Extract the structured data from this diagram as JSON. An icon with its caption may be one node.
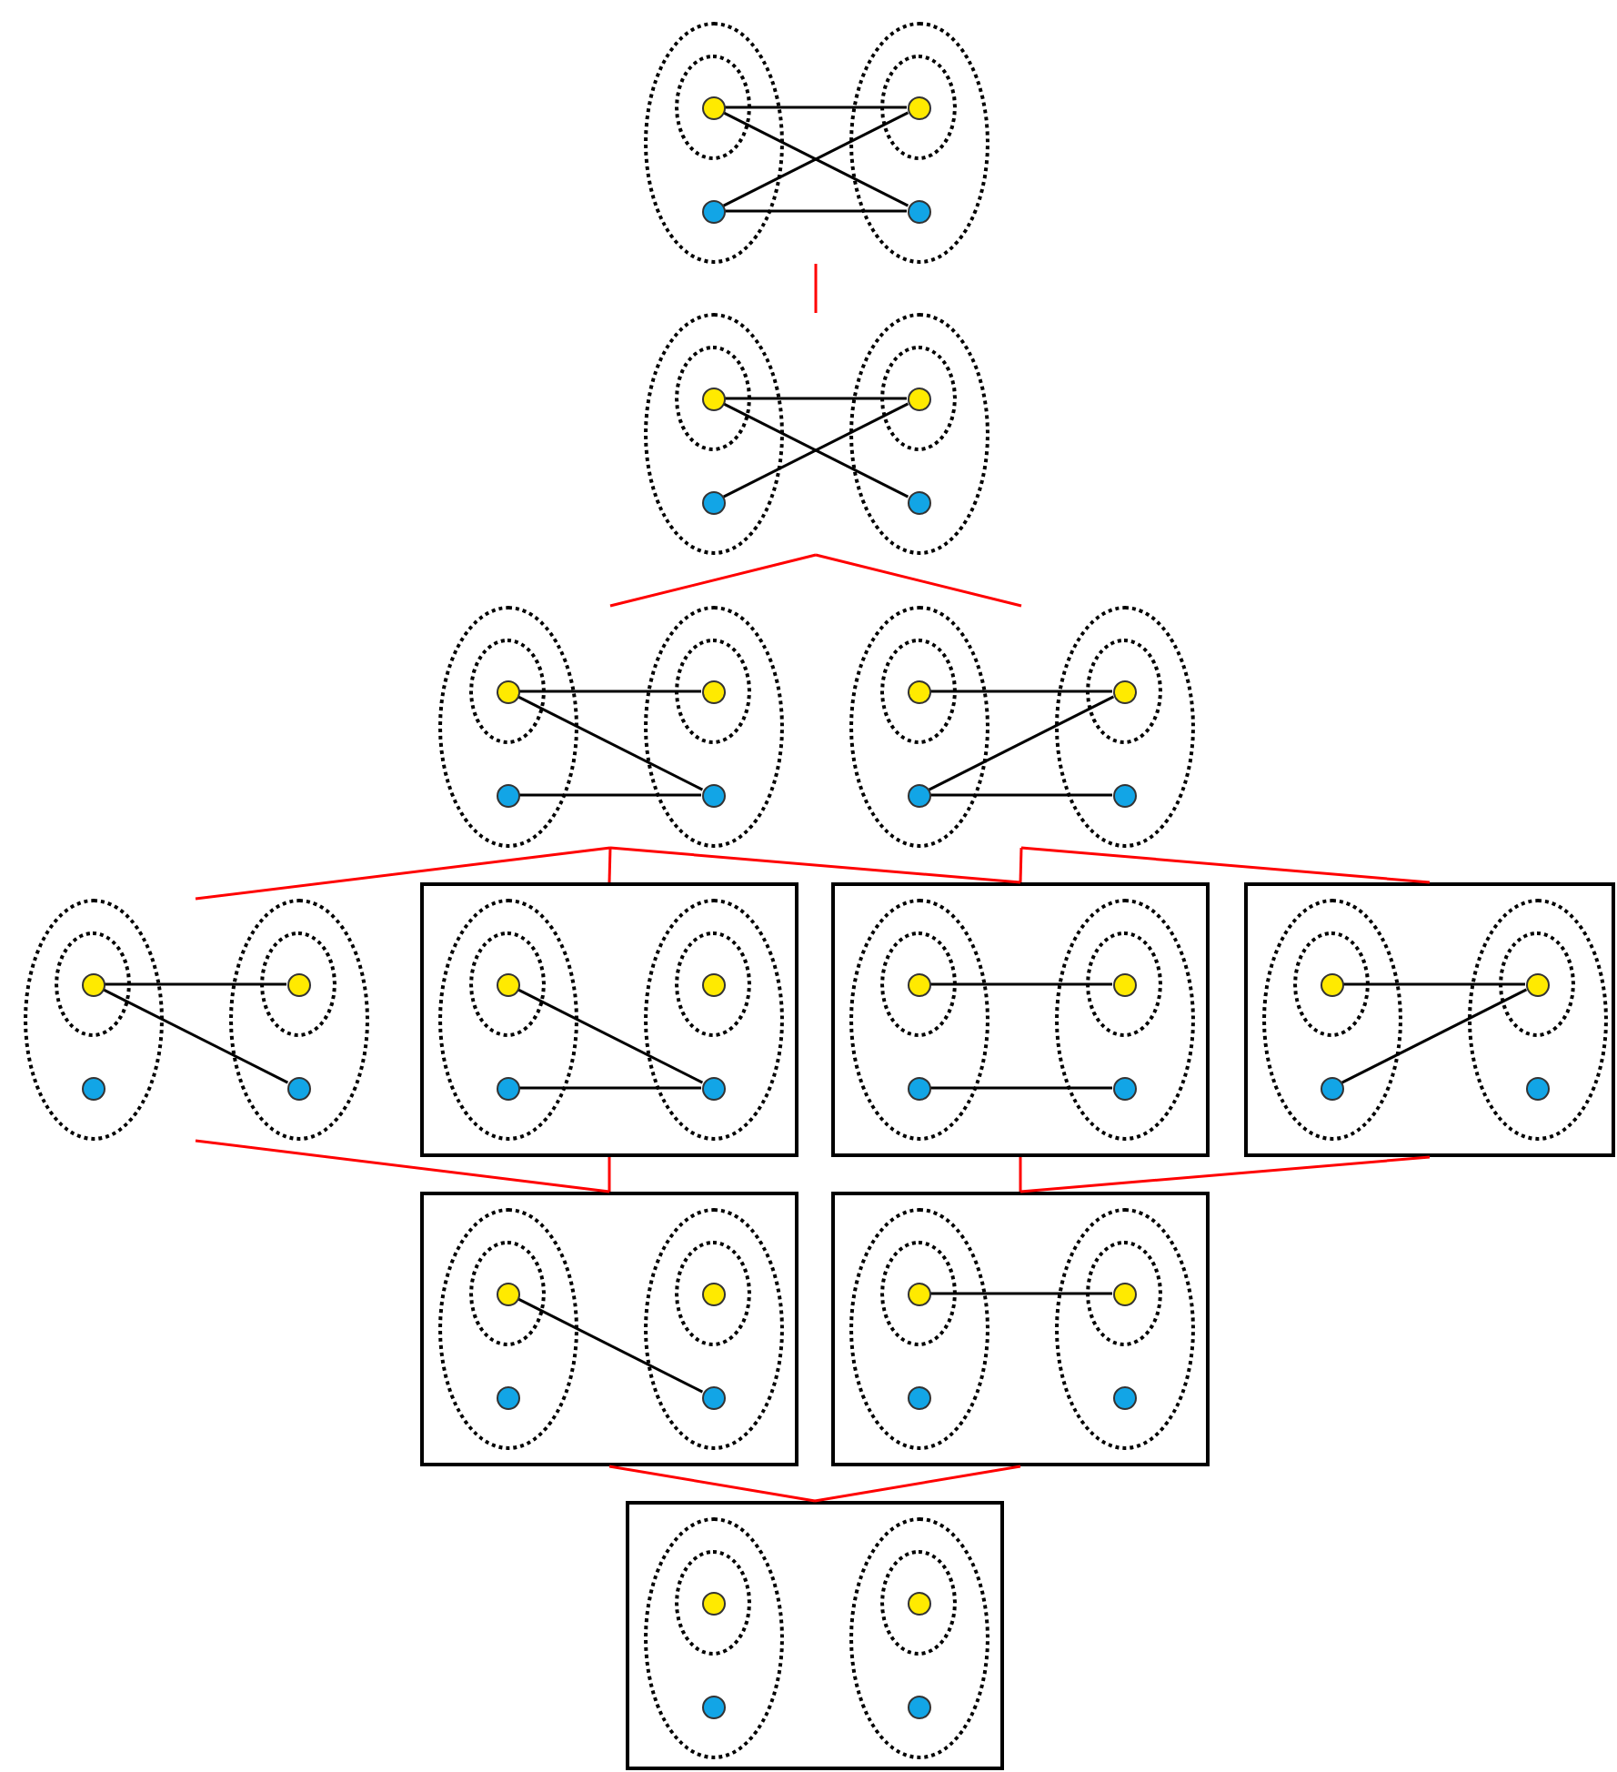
{
  "diagram": {
    "nodes": [
      {
        "text": [],
        "shape": "group"
      },
      {
        "text": [],
        "shape": "ellipse",
        "in": 0
      },
      {
        "text": [],
        "shape": "ellipse",
        "in": 1
      },
      {
        "text": [],
        "shape": "circle",
        "in": 2
      },
      {
        "text": [],
        "shape": "circle",
        "in": 1
      },
      {
        "text": [],
        "shape": "ellipse",
        "in": 0
      },
      {
        "text": [],
        "shape": "ellipse",
        "in": 5
      },
      {
        "text": [],
        "shape": "circle",
        "in": 6
      },
      {
        "text": [],
        "shape": "circle",
        "in": 5
      },
      {
        "text": [],
        "shape": "group"
      },
      {
        "text": [],
        "shape": "ellipse",
        "in": 9
      },
      {
        "text": [],
        "shape": "ellipse",
        "in": 10
      },
      {
        "text": [],
        "shape": "circle",
        "in": 11
      },
      {
        "text": [],
        "shape": "circle",
        "in": 10
      },
      {
        "text": [],
        "shape": "ellipse",
        "in": 9
      },
      {
        "text": [],
        "shape": "ellipse",
        "in": 14
      },
      {
        "text": [],
        "shape": "circle",
        "in": 15
      },
      {
        "text": [],
        "shape": "circle",
        "in": 14
      },
      {
        "text": [],
        "shape": "group"
      },
      {
        "text": [],
        "shape": "ellipse",
        "in": 18
      },
      {
        "text": [],
        "shape": "ellipse",
        "in": 19
      },
      {
        "text": [],
        "shape": "circle",
        "in": 20
      },
      {
        "text": [],
        "shape": "circle",
        "in": 19
      },
      {
        "text": [],
        "shape": "ellipse",
        "in": 18
      },
      {
        "text": [],
        "shape": "ellipse",
        "in": 23
      },
      {
        "text": [],
        "shape": "circle",
        "in": 24
      },
      {
        "text": [],
        "shape": "circle",
        "in": 23
      },
      {
        "text": [],
        "shape": "group"
      },
      {
        "text": [],
        "shape": "ellipse",
        "in": 27
      },
      {
        "text": [],
        "shape": "ellipse",
        "in": 28
      },
      {
        "text": [],
        "shape": "circle",
        "in": 29
      },
      {
        "text": [],
        "shape": "circle",
        "in": 28
      },
      {
        "text": [],
        "shape": "ellipse",
        "in": 27
      },
      {
        "text": [],
        "shape": "ellipse",
        "in": 32
      },
      {
        "text": [],
        "shape": "circle",
        "in": 33
      },
      {
        "text": [],
        "shape": "circle",
        "in": 32
      },
      {
        "text": [],
        "shape": "group"
      },
      {
        "text": [],
        "shape": "ellipse",
        "in": 36
      },
      {
        "text": [],
        "shape": "ellipse",
        "in": 37
      },
      {
        "text": [],
        "shape": "circle",
        "in": 38
      },
      {
        "text": [],
        "shape": "circle",
        "in": 37
      },
      {
        "text": [],
        "shape": "ellipse",
        "in": 36
      },
      {
        "text": [],
        "shape": "ellipse",
        "in": 41
      },
      {
        "text": [],
        "shape": "circle",
        "in": 42
      },
      {
        "text": [],
        "shape": "circle",
        "in": 41
      },
      {
        "text": [],
        "shape": "box"
      },
      {
        "text": [],
        "shape": "ellipse",
        "in": 45
      },
      {
        "text": [],
        "shape": "ellipse",
        "in": 46
      },
      {
        "text": [],
        "shape": "circle",
        "in": 47
      },
      {
        "text": [],
        "shape": "circle",
        "in": 46
      },
      {
        "text": [],
        "shape": "ellipse",
        "in": 45
      },
      {
        "text": [],
        "shape": "ellipse",
        "in": 50
      },
      {
        "text": [],
        "shape": "circle",
        "in": 51
      },
      {
        "text": [],
        "shape": "circle",
        "in": 50
      },
      {
        "text": [],
        "shape": "box"
      },
      {
        "text": [],
        "shape": "ellipse",
        "in": 54
      },
      {
        "text": [],
        "shape": "ellipse",
        "in": 55
      },
      {
        "text": [],
        "shape": "circle",
        "in": 56
      },
      {
        "text": [],
        "shape": "circle",
        "in": 55
      },
      {
        "text": [],
        "shape": "ellipse",
        "in": 54
      },
      {
        "text": [],
        "shape": "ellipse",
        "in": 59
      },
      {
        "text": [],
        "shape": "circle",
        "in": 60
      },
      {
        "text": [],
        "shape": "circle",
        "in": 59
      },
      {
        "text": [],
        "shape": "box"
      },
      {
        "text": [],
        "shape": "ellipse",
        "in": 63
      },
      {
        "text": [],
        "shape": "ellipse",
        "in": 64
      },
      {
        "text": [],
        "shape": "circle",
        "in": 65
      },
      {
        "text": [],
        "shape": "circle",
        "in": 64
      },
      {
        "text": [],
        "shape": "ellipse",
        "in": 63
      },
      {
        "text": [],
        "shape": "ellipse",
        "in": 68
      },
      {
        "text": [],
        "shape": "circle",
        "in": 69
      },
      {
        "text": [],
        "shape": "circle",
        "in": 68
      },
      {
        "text": [],
        "shape": "box"
      },
      {
        "text": [],
        "shape": "ellipse",
        "in": 72
      },
      {
        "text": [],
        "shape": "ellipse",
        "in": 73
      },
      {
        "text": [],
        "shape": "circle",
        "in": 74
      },
      {
        "text": [],
        "shape": "circle",
        "in": 73
      },
      {
        "text": [],
        "shape": "ellipse",
        "in": 72
      },
      {
        "text": [],
        "shape": "ellipse",
        "in": 77
      },
      {
        "text": [],
        "shape": "circle",
        "in": 78
      },
      {
        "text": [],
        "shape": "circle",
        "in": 77
      },
      {
        "text": [],
        "shape": "box"
      },
      {
        "text": [],
        "shape": "ellipse",
        "in": 81
      },
      {
        "text": [],
        "shape": "ellipse",
        "in": 82
      },
      {
        "text": [],
        "shape": "circle",
        "in": 83
      },
      {
        "text": [],
        "shape": "circle",
        "in": 82
      },
      {
        "text": [],
        "shape": "ellipse",
        "in": 81
      },
      {
        "text": [],
        "shape": "ellipse",
        "in": 86
      },
      {
        "text": [],
        "shape": "circle",
        "in": 87
      },
      {
        "text": [],
        "shape": "circle",
        "in": 86
      },
      {
        "text": [],
        "shape": "box"
      },
      {
        "text": [],
        "shape": "ellipse",
        "in": 90
      },
      {
        "text": [],
        "shape": "ellipse",
        "in": 91
      },
      {
        "text": [],
        "shape": "circle",
        "in": 92
      },
      {
        "text": [],
        "shape": "circle",
        "in": 91
      },
      {
        "text": [],
        "shape": "ellipse",
        "in": 90
      },
      {
        "text": [],
        "shape": "ellipse",
        "in": 95
      },
      {
        "text": [],
        "shape": "circle",
        "in": 96
      },
      {
        "text": [],
        "shape": "circle",
        "in": 95
      }
    ],
    "edges": [
      {
        "from": 3,
        "to": 7,
        "arrow": "none"
      },
      {
        "from": 3,
        "to": 8,
        "arrow": "none"
      },
      {
        "from": 4,
        "to": 7,
        "arrow": "none"
      },
      {
        "from": 4,
        "to": 8,
        "arrow": "none"
      },
      {
        "from": 12,
        "to": 16,
        "arrow": "none"
      },
      {
        "from": 12,
        "to": 17,
        "arrow": "none"
      },
      {
        "from": 13,
        "to": 16,
        "arrow": "none"
      },
      {
        "from": 21,
        "to": 25,
        "arrow": "none"
      },
      {
        "from": 21,
        "to": 26,
        "arrow": "none"
      },
      {
        "from": 22,
        "to": 26,
        "arrow": "none"
      },
      {
        "from": 30,
        "to": 34,
        "arrow": "none"
      },
      {
        "from": 31,
        "to": 34,
        "arrow": "none"
      },
      {
        "from": 31,
        "to": 35,
        "arrow": "none"
      },
      {
        "from": 39,
        "to": 43,
        "arrow": "none"
      },
      {
        "from": 39,
        "to": 44,
        "arrow": "none"
      },
      {
        "from": 48,
        "to": 53,
        "arrow": "none"
      },
      {
        "from": 49,
        "to": 53,
        "arrow": "none"
      },
      {
        "from": 57,
        "to": 61,
        "arrow": "none"
      },
      {
        "from": 58,
        "to": 62,
        "arrow": "none"
      },
      {
        "from": 66,
        "to": 70,
        "arrow": "none"
      },
      {
        "from": 67,
        "to": 70,
        "arrow": "none"
      },
      {
        "from": 75,
        "to": 80,
        "arrow": "none"
      },
      {
        "from": 84,
        "to": 88,
        "arrow": "none"
      },
      {
        "from": 0,
        "to": 9,
        "arrow": "none",
        "color": "#ff0000"
      },
      {
        "from": 9,
        "to": 18,
        "arrow": "none",
        "color": "#ff0000"
      },
      {
        "from": 9,
        "to": 27,
        "arrow": "none",
        "color": "#ff0000"
      },
      {
        "from": 18,
        "to": 36,
        "arrow": "none",
        "color": "#ff0000"
      },
      {
        "from": 18,
        "to": 45,
        "arrow": "none",
        "color": "#ff0000"
      },
      {
        "from": 18,
        "to": 54,
        "arrow": "none",
        "color": "#ff0000"
      },
      {
        "from": 27,
        "to": 54,
        "arrow": "none",
        "color": "#ff0000"
      },
      {
        "from": 27,
        "to": 63,
        "arrow": "none",
        "color": "#ff0000"
      },
      {
        "from": 36,
        "to": 72,
        "arrow": "none",
        "color": "#ff0000"
      },
      {
        "from": 45,
        "to": 72,
        "arrow": "none",
        "color": "#ff0000"
      },
      {
        "from": 54,
        "to": 81,
        "arrow": "none",
        "color": "#ff0000"
      },
      {
        "from": 63,
        "to": 81,
        "arrow": "none",
        "color": "#ff0000"
      },
      {
        "from": 72,
        "to": 90,
        "arrow": "none",
        "color": "#ff0000"
      },
      {
        "from": 81,
        "to": 90,
        "arrow": "none",
        "color": "#ff0000"
      }
    ]
  }
}
